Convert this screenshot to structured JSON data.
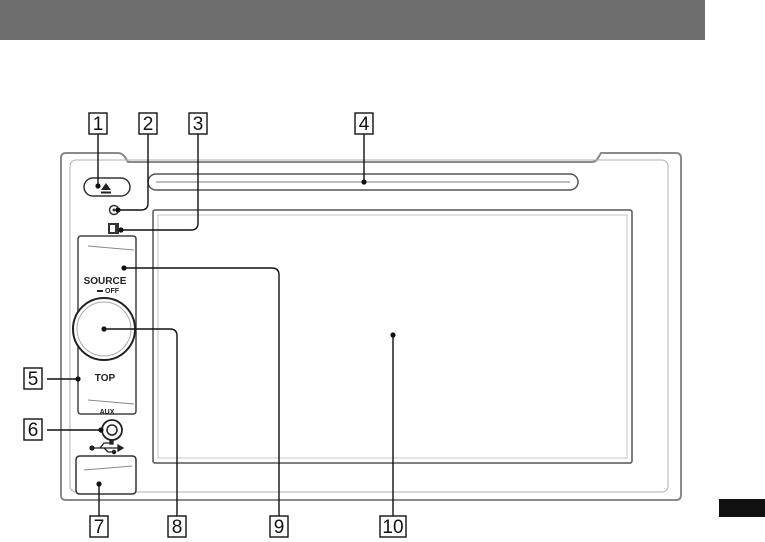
{
  "device": {
    "source_label": "SOURCE",
    "off_label": "OFF",
    "top_label": "TOP",
    "aux_label": "AUX"
  },
  "callouts": [
    {
      "number": "1",
      "target": "eject-button"
    },
    {
      "number": "2",
      "target": "small-sensor"
    },
    {
      "number": "3",
      "target": "small-button"
    },
    {
      "number": "4",
      "target": "disc-slot"
    },
    {
      "number": "5",
      "target": "top-button"
    },
    {
      "number": "6",
      "target": "aux-jack"
    },
    {
      "number": "7",
      "target": "usb-port-cover"
    },
    {
      "number": "8",
      "target": "control-dial"
    },
    {
      "number": "9",
      "target": "source-button"
    },
    {
      "number": "10",
      "target": "display-screen"
    }
  ],
  "icons": {
    "eject": "eject-icon",
    "usb": "usb-icon"
  },
  "colors": {
    "header_bar": "#6e6e6e",
    "line": "#111111",
    "panel_stroke": "#8a8a8a"
  }
}
